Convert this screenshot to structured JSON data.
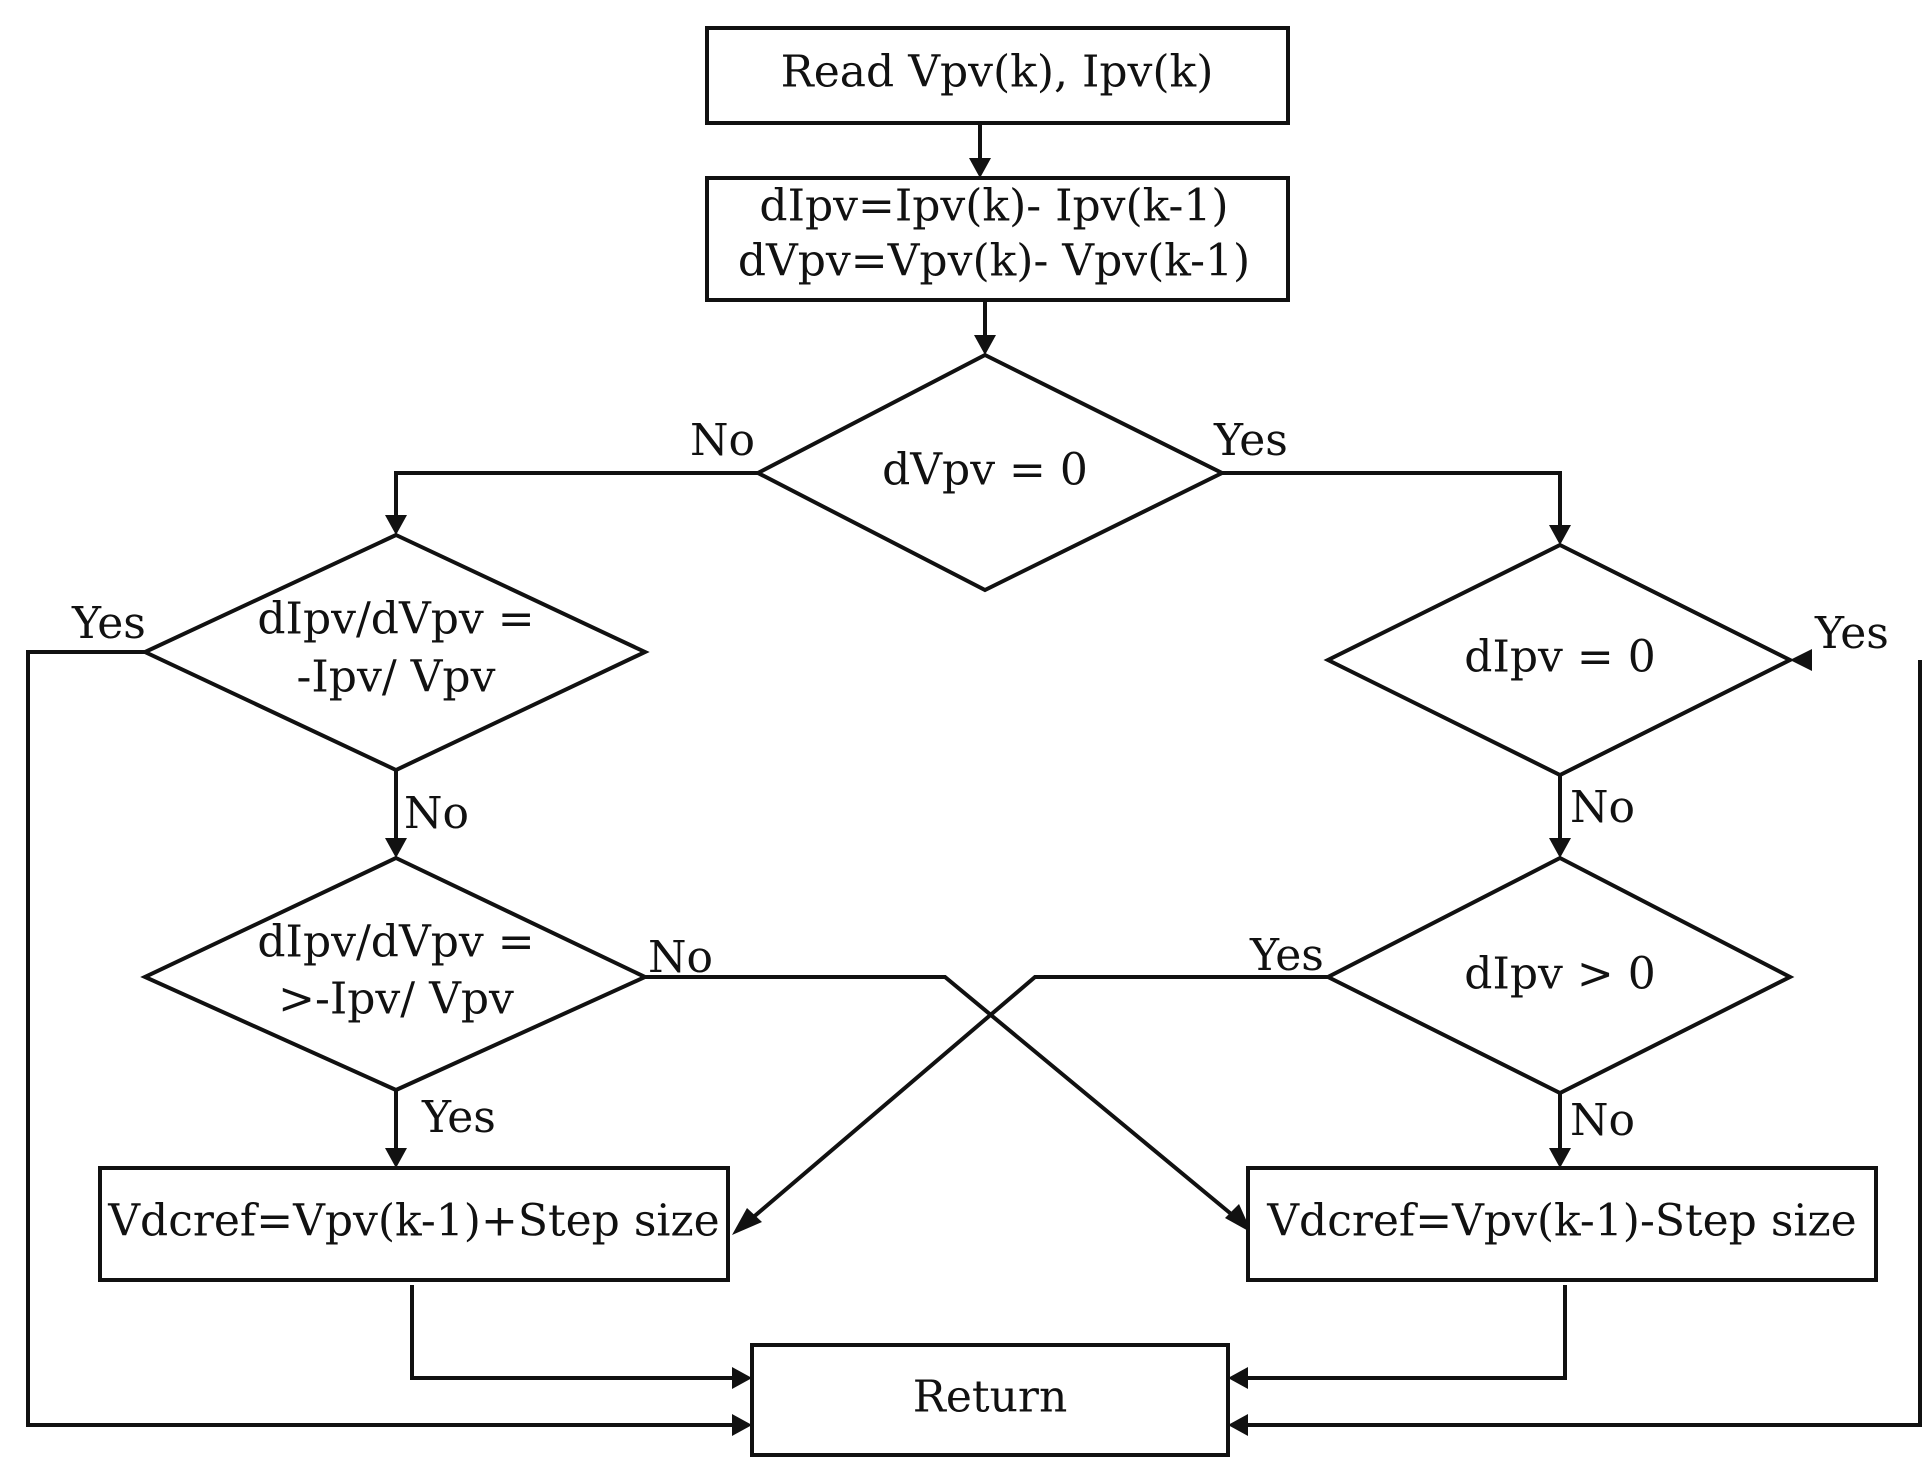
{
  "nodes": {
    "read": "Read Vpv(k), Ipv(k)",
    "diff_line1": "dIpv=Ipv(k)- Ipv(k-1)",
    "diff_line2": "dVpv=Vpv(k)- Vpv(k-1)",
    "dv_zero": "dVpv = 0",
    "cond1_line1": "dIpv/dVpv =",
    "cond1_line2": "-Ipv/ Vpv",
    "cond2_line1": "dIpv/dVpv =",
    "cond2_line2": ">-Ipv/ Vpv",
    "di_zero": "dIpv = 0",
    "di_pos": "dIpv > 0",
    "inc": "Vdcref=Vpv(k-1)+Step size",
    "dec": "Vdcref=Vpv(k-1)-Step size",
    "ret": "Return"
  },
  "labels": {
    "dv_no": "No",
    "dv_yes": "Yes",
    "c1_yes": "Yes",
    "c1_no": "No",
    "c2_no": "No",
    "c2_yes": "Yes",
    "di0_yes": "Yes",
    "di0_no": "No",
    "dip_yes": "Yes",
    "dip_no": "No"
  }
}
